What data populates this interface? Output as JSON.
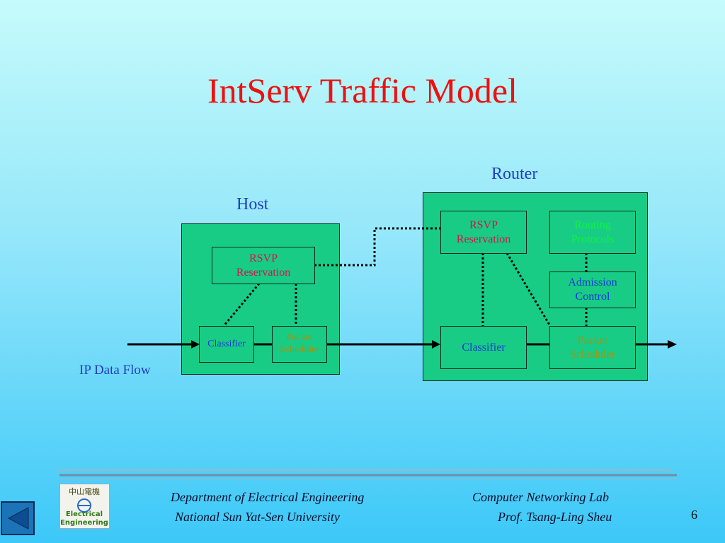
{
  "title": "IntServ Traffic Model",
  "host": {
    "label": "Host",
    "rsvp": [
      "RSVP",
      "Reservation"
    ],
    "classifier": "Classifier",
    "scheduler": [
      "Packet",
      "Scheduler"
    ]
  },
  "router": {
    "label": "Router",
    "rsvp": [
      "RSVP",
      "Reservation"
    ],
    "routing": [
      "Routing",
      "Protocols"
    ],
    "admission": [
      "Admission",
      "Control"
    ],
    "classifier": "Classifier",
    "scheduler": [
      "Packet",
      "Scheduler"
    ]
  },
  "flow_label": "IP Data Flow",
  "footer": {
    "dept_line1": "Department of Electrical Engineering",
    "dept_line2": "National Sun Yat-Sen University",
    "lab_line1": "Computer Networking Lab",
    "lab_line2": "Prof. Tsang-Ling Sheu",
    "page_number": "6",
    "logo_text": [
      "中山電機",
      "Electrical",
      "Engineering"
    ]
  },
  "colors": {
    "title": "#ee1111",
    "box_fill": "#18cc86",
    "label_blue": "#1f3fc0",
    "rsvp_text": "#d4144a",
    "classifier_text": "#1736d8",
    "scheduler_text": "#9c9614",
    "routing_text": "#12f048"
  },
  "icons": [
    "back-arrow-icon",
    "department-logo"
  ]
}
